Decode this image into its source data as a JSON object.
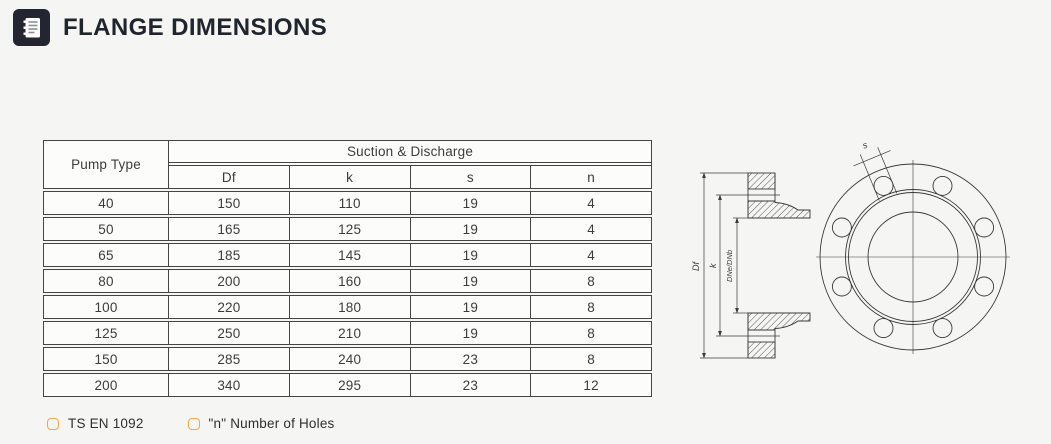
{
  "header": {
    "title": "FLANGE DIMENSIONS"
  },
  "table": {
    "corner_header": "Pump Type",
    "group_header": "Suction & Discharge",
    "columns": [
      "Df",
      "k",
      "s",
      "n"
    ],
    "rows": [
      [
        "40",
        "150",
        "110",
        "19",
        "4"
      ],
      [
        "50",
        "165",
        "125",
        "19",
        "4"
      ],
      [
        "65",
        "185",
        "145",
        "19",
        "4"
      ],
      [
        "80",
        "200",
        "160",
        "19",
        "8"
      ],
      [
        "100",
        "220",
        "180",
        "19",
        "8"
      ],
      [
        "125",
        "250",
        "210",
        "19",
        "8"
      ],
      [
        "150",
        "285",
        "240",
        "23",
        "8"
      ],
      [
        "200",
        "340",
        "295",
        "23",
        "12"
      ]
    ]
  },
  "notes": [
    {
      "label": "TS EN 1092"
    },
    {
      "label": "\"n\" Number of Holes"
    }
  ],
  "drawing": {
    "dim_df": "Df",
    "dim_k": "k",
    "dim_bore": "DNe/DNb",
    "dim_s": "s"
  },
  "colors": {
    "accent_orange": "#eda94e",
    "title_text": "#20242d",
    "table_line": "#454545",
    "drawing_line": "#3a3a3a",
    "page_background": "#f5f5f3",
    "cell_background": "#fcfcfb"
  }
}
